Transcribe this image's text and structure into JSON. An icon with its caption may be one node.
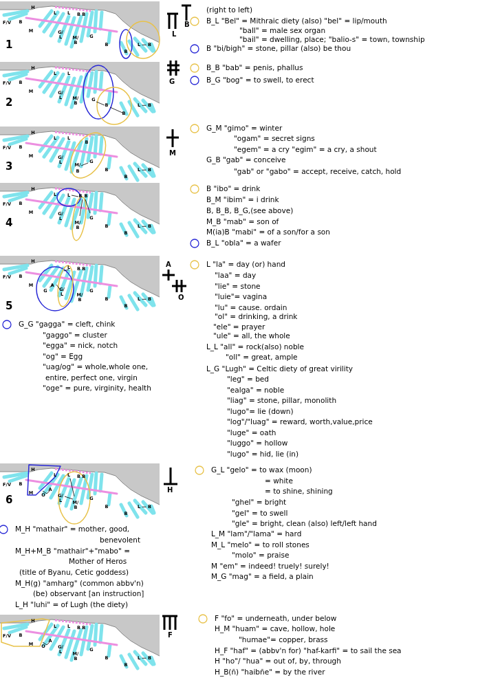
{
  "diagram": {
    "labels": [
      "1",
      "H",
      "L",
      "L",
      "B B",
      "F/V",
      "B",
      "M",
      "G/ L",
      "M/ B",
      "G",
      "B",
      "B",
      "L — B",
      "L",
      "B",
      "(right to left)",
      "B_L \"Bel\" = Mithraic diety (also) \"bel\" = lip/mouth",
      "\"ball\" = male sex organ",
      "\"bail\" = dwelling, place; \"balio-s\" = town, township",
      "B  \"bi/bigh\" = stone, pillar (also) be thou",
      "2",
      "H",
      "L",
      "L",
      "F/V",
      "B",
      "M",
      "G/ L",
      "M/ B",
      "G",
      "B",
      "B",
      "L — B",
      "G",
      "B_B \"bab\" = penis, phallus",
      "B_G \"bog\" = to swell, to erect",
      "3",
      "H",
      "L",
      "L",
      "B",
      "F/V",
      "B",
      "M",
      "G/ L",
      "M/",
      "G",
      "B",
      "B",
      "B",
      "L — B",
      "M",
      "G_M \"gimo\" = winter",
      "\"ogam\" = secret signs",
      "\"egem\" = a cry  \"egim\" = a cry, a shout",
      "G_B \"gab\" = conceive",
      "\"gab\" or \"gabo\" = accept, receive, catch, hold",
      "4",
      "H",
      "L",
      "L",
      "B",
      "B",
      "F/V",
      "B",
      "M",
      "G/ L",
      "M/ B",
      "G",
      "B",
      "B",
      "L — B",
      "B \"ibo\" = drink",
      "B_M \"ibim\" = i drink",
      "B, B_B, B_G,(see above)",
      "M_B \"mab\" = son of",
      "M(ia)B \"mabi\" = of a son/for a son",
      "B_L \"obla\" = a wafer",
      "5",
      "H",
      "L",
      "B B",
      "F/V",
      "B",
      "M",
      "A",
      "G",
      "G/ L",
      "M/ B",
      "G",
      "B",
      "B",
      "L — B",
      "A",
      "O",
      "L \"la\" = day (or) hand",
      "\"laa\" = day",
      "\"lie\" = stone",
      "\"luie\"= vagina",
      "\"lu\" = cause. ordain",
      "\"ol\" = drinking, a drink",
      "\"ele\" = prayer",
      "\"ule\" = all, the whole",
      "L_L \"all\" = rock(also) noble",
      "\"oll\" = great, ample",
      "L_G \"Lugh\" = Celtic diety of great virility",
      "\"leg\" = bed",
      "\"ealga\" = noble",
      "\"liag\" = stone, pillar, monolith",
      "\"lugo\"= lie (down)",
      "\"log\"/\"luag\" = reward, worth,value,price",
      "\"luge\" = oath",
      "\"luggo\" = hollow",
      "\"lugo\" = hid, lie (in)",
      "G_G \"gagga\" = cleft, chink",
      "\"gaggo\" = cluster",
      "\"egga\" = nick, notch",
      "\"og\" = Egg",
      "\"uag/og\" = whole,whole one,",
      "entire, perfect one, virgin",
      "\"oge\" = pure, virginity, health",
      "6",
      "H",
      "L",
      "L",
      "B B",
      "F/V",
      "B",
      "M",
      "A",
      "O",
      "G/ L",
      "M/ B",
      "G",
      "B",
      "B",
      "L — B",
      "H",
      "G_L \"gelo\" = to wax (moon)",
      "= white",
      "= to shine, shining",
      "\"ghel\" = bright",
      "\"gel\" = to swell",
      "\"gle\" = bright, clean (also) left/left hand",
      "L_M \"lam\"/\"lama\" = hard",
      "M_L \"melo\" = to roll stones",
      "\"molo\" = praise",
      "M \"em\" = indeed! truely! surely!",
      "M_G \"mag\" = a field, a plain",
      "M_H \"mathair\" = mother, good,",
      "benevolent",
      "M_H+M_B \"mathair\"+\"mabo\" =",
      "Mother of Heros",
      "(title of Byanu, Cetic goddess)",
      "M_H(g) \"amharg\" (common abbv'n)",
      "(be) observant [an instruction]",
      "L_H \"luhi\" = of Lugh (the diety)",
      "H",
      "L",
      "L",
      "B B",
      "F/V",
      "B",
      "M",
      "A",
      "O",
      "G/ L",
      "M/ B",
      "G",
      "B",
      "B",
      "L — B",
      "F",
      "F \"fo\" = underneath, under below",
      "H_M \"huam\" = cave, hollow, hole",
      "\"humae\"= copper, brass",
      "H_F \"haf\" = (abbv'n for) \"haf-karfi\" = to sail the sea",
      "H \"ho\"/ \"hua\" = out of, by, through",
      "H_B(ñ) \"haibñe\" = by the river"
    ]
  }
}
